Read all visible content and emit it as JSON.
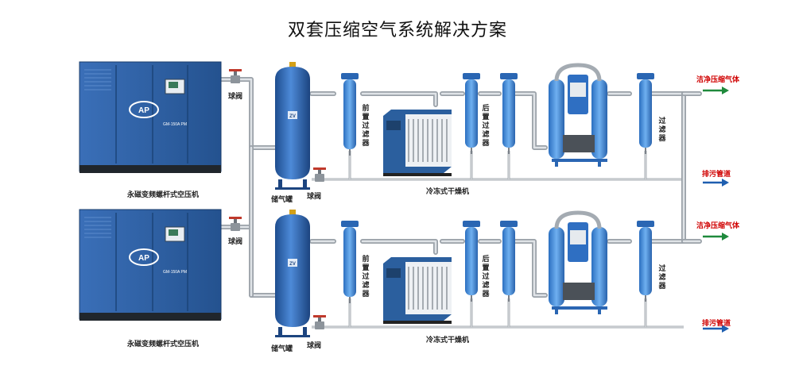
{
  "title": "双套压缩空气系统解决方案",
  "compressor": {
    "label": "永磁变频螺杆式空压机",
    "model": "GM-150A PM",
    "brand_logo": "AP"
  },
  "labels": {
    "ball_valve": "球阀",
    "air_tank": "储气罐",
    "pre_filter": "前置过滤器",
    "post_filter": "后置过滤器",
    "filter": "过滤器",
    "dryer": "冷冻式干燥机",
    "clean_air": "洁净压缩气体",
    "drain": "排污管道",
    "tank_badge": "ZV"
  },
  "colors": {
    "equipment_blue": "#2a5fa8",
    "filter_blue": "#3f86d6",
    "pipe": "#b9bfc6",
    "clean_arrow": "#1f8a3c",
    "drain_arrow": "#1f5fb0",
    "red_text": "#d00000"
  }
}
